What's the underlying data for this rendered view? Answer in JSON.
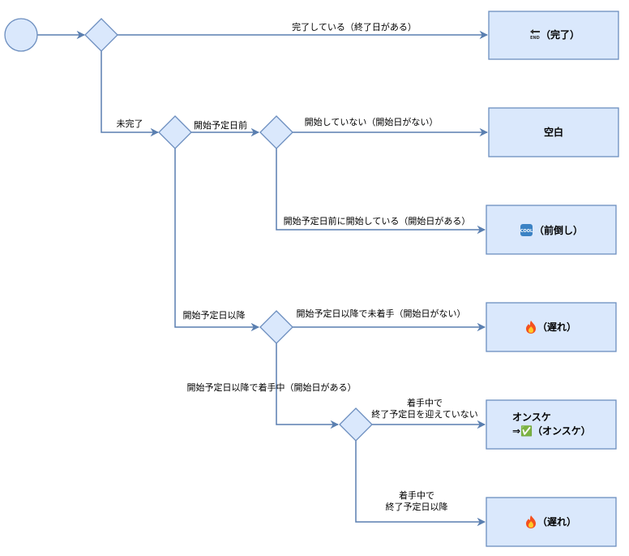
{
  "edge_labels": {
    "completed": "完了している（終了日がある）",
    "not_completed": "未完了",
    "before_planned_start": "開始予定日前",
    "not_started": "開始していない（開始日がない）",
    "started_early": "開始予定日前に開始している（開始日がある）",
    "after_planned_start": "開始予定日以降",
    "after_not_started": "開始予定日以降で未着手（開始日がない）",
    "after_in_progress": "開始予定日以降で着手中（開始日がある）",
    "in_progress_before_end_l1": "着手中で",
    "in_progress_before_end_l2": "終了予定日を迎えていない",
    "in_progress_after_end_l1": "着手中で",
    "in_progress_after_end_l2": "終了予定日以降"
  },
  "results": {
    "done": "（完了）",
    "done_icon": "end-arrow-emoji",
    "blank": "空白",
    "early": "（前倒し）",
    "early_icon": "cool-button-emoji",
    "late1": "（遅れ）",
    "late1_icon": "fire-emoji",
    "onschedule_l1": "オンスケ",
    "onschedule_l2": "⇒✅（オンスケ）",
    "late2": "（遅れ）",
    "late2_icon": "fire-emoji"
  },
  "colors": {
    "node_fill": "#dae8fc",
    "node_stroke": "#6c8ebf",
    "edge": "#5a7fb0"
  }
}
